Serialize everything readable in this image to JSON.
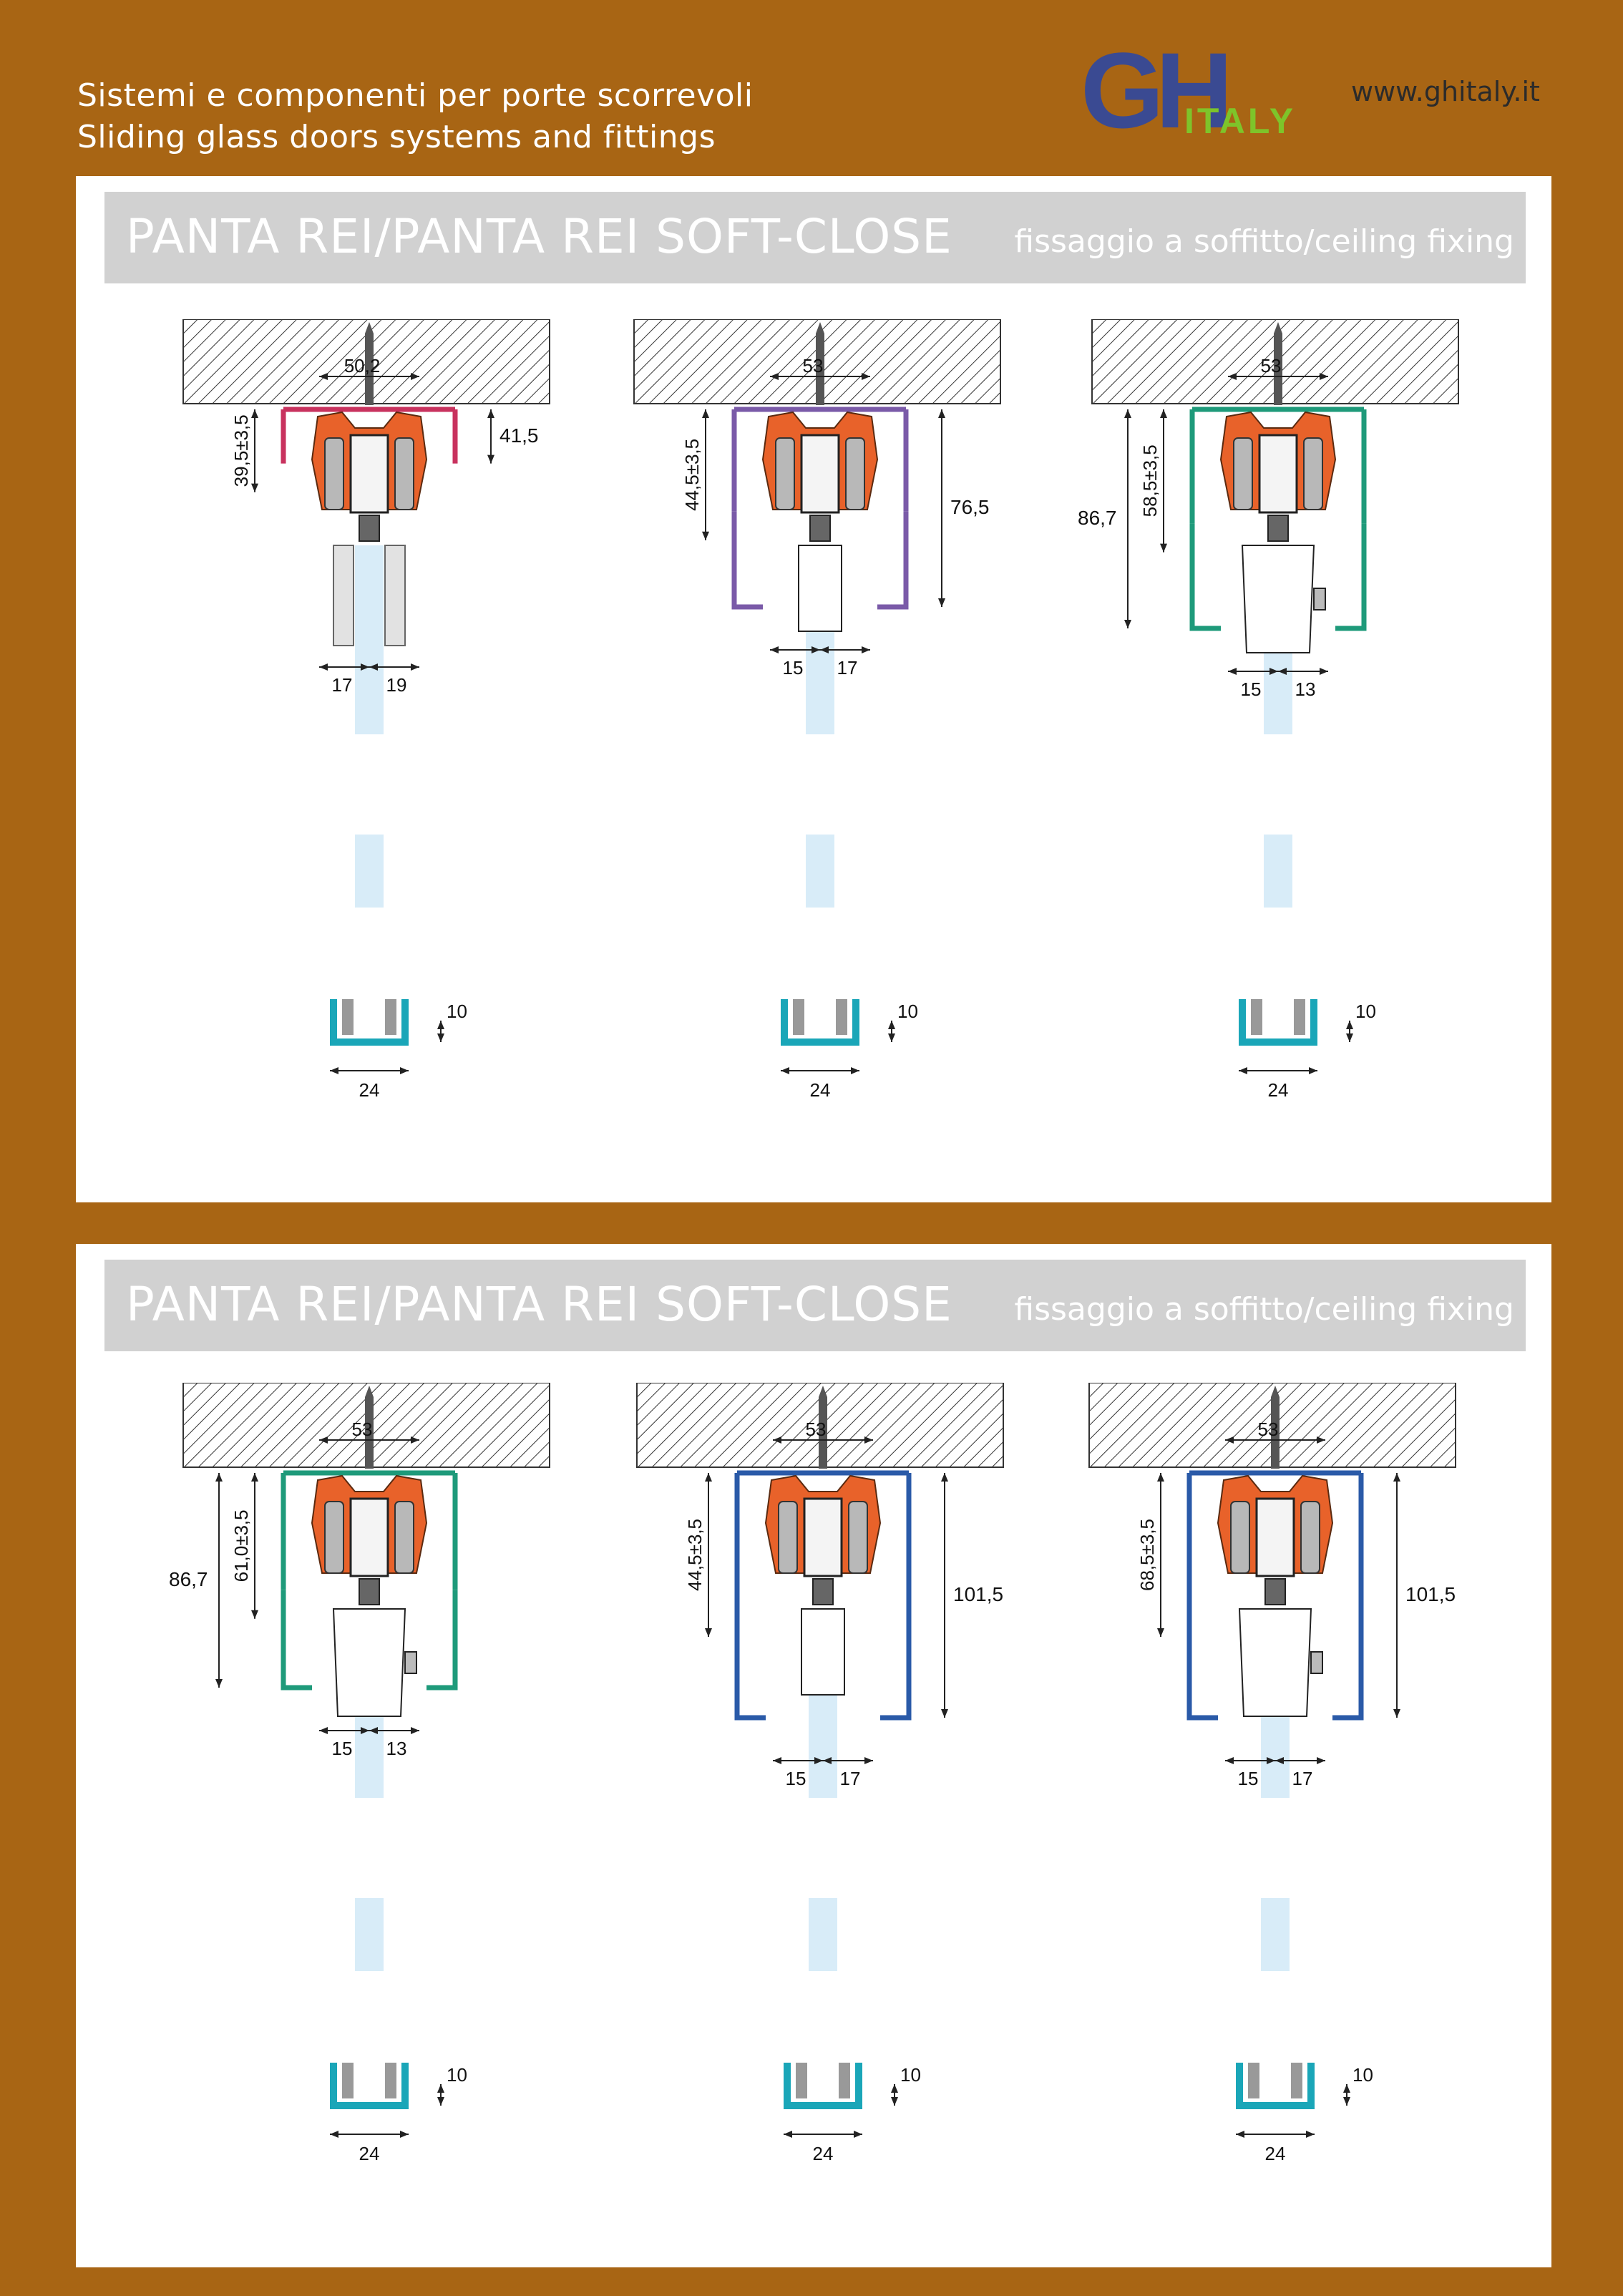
{
  "header": {
    "line1": "Sistemi e componenti per porte scorrevoli",
    "line2": "Sliding glass doors systems and fittings",
    "logo_text": "GH",
    "logo_sub": "ITALY",
    "website": "www.ghitaly.it"
  },
  "colors": {
    "background": "#a86514",
    "panel": "#ffffff",
    "title_bar": "#d1d1d1",
    "logo_blue": "#3a4a92",
    "logo_green": "#7ec42a",
    "carriage_orange": "#e8622a",
    "glass": "#d8ecf8",
    "channel_teal": "#1aa6b8"
  },
  "panels": [
    {
      "title": "PANTA REI/PANTA REI SOFT-CLOSE",
      "subtitle": "fissaggio a soffitto/ceiling fixing",
      "diagrams": [
        {
          "profile_color": "#c8325e",
          "top_dim": "50,2",
          "left_dim": "39,5±3,5",
          "right_dim": "41,5",
          "bottom_left": "17",
          "bottom_right": "19",
          "channel_height": "10",
          "channel_width": "24"
        },
        {
          "profile_color": "#7a5aa8",
          "top_dim": "53",
          "left_dim": "44,5±3,5",
          "right_dim": "76,5",
          "bottom_left": "15",
          "bottom_right": "17",
          "channel_height": "10",
          "channel_width": "24"
        },
        {
          "profile_color": "#1e9a7a",
          "top_dim": "53",
          "left_dim": "58,5±3,5",
          "outer_dim": "86,7",
          "bottom_left": "15",
          "bottom_right": "13",
          "channel_height": "10",
          "channel_width": "24"
        }
      ]
    },
    {
      "title": "PANTA REI/PANTA REI SOFT-CLOSE",
      "subtitle": "fissaggio a soffitto/ceiling fixing",
      "diagrams": [
        {
          "profile_color": "#1e9a7a",
          "top_dim": "53",
          "left_dim": "61,0±3,5",
          "outer_dim": "86,7",
          "bottom_left": "15",
          "bottom_right": "13",
          "channel_height": "10",
          "channel_width": "24"
        },
        {
          "profile_color": "#2a5aa8",
          "top_dim": "53",
          "left_dim": "44,5±3,5",
          "right_dim": "101,5",
          "bottom_left": "15",
          "bottom_right": "17",
          "channel_height": "10",
          "channel_width": "24"
        },
        {
          "profile_color": "#2a5aa8",
          "top_dim": "53",
          "left_dim": "68,5±3,5",
          "right_dim": "101,5",
          "bottom_left": "15",
          "bottom_right": "17",
          "channel_height": "10",
          "channel_width": "24"
        }
      ]
    }
  ]
}
